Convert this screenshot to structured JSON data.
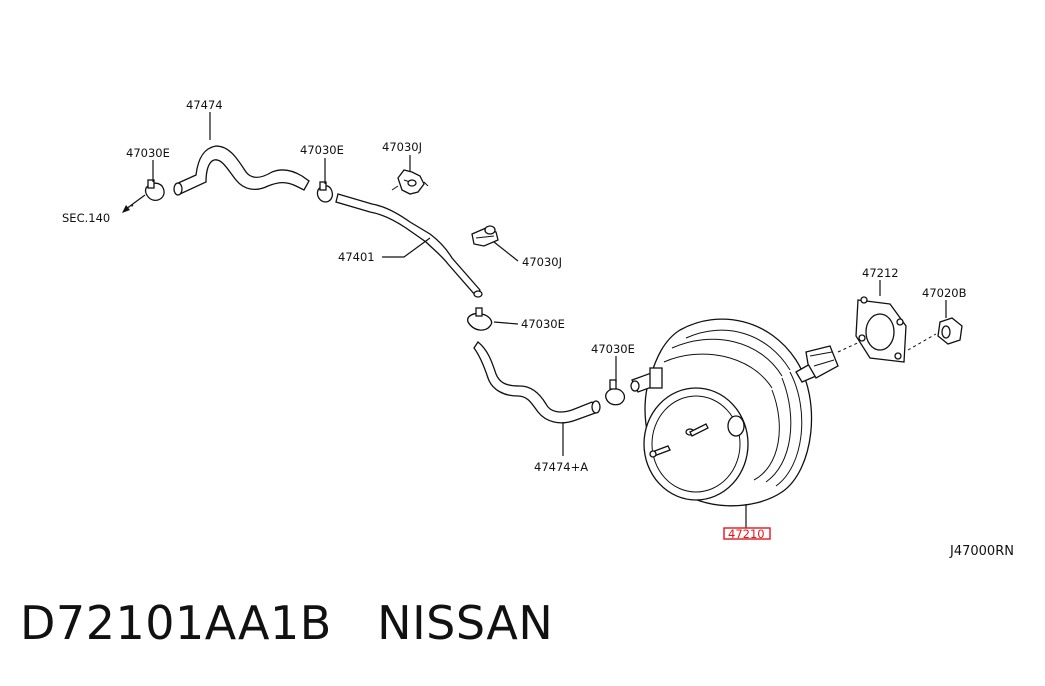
{
  "callouts": {
    "hose_upper": "47474",
    "clamp_left": "47030E",
    "clamp_mid": "47030E",
    "connector_top": "47030J",
    "sec_ref": "SEC.140",
    "tube": "47401",
    "connector_mid": "47030J",
    "clamp_lower": "47030E",
    "clamp_booster": "47030E",
    "hose_lower": "47474+A",
    "gasket": "47212",
    "nut": "47020B",
    "booster": "47210",
    "drawing_code": "J47000RN"
  },
  "highlight_color": "#e0161c",
  "caption": {
    "part_number": "D72101AA1B",
    "brand": "NISSAN"
  }
}
